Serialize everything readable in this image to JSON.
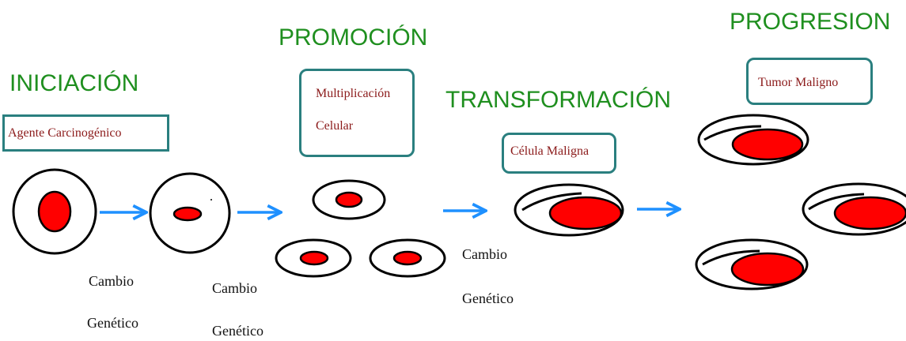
{
  "colors": {
    "title": "#1f8f1f",
    "box_border": "#2a7f7f",
    "box_text": "#8b1a1a",
    "nucleus": "#ff0000",
    "arrow": "#1e90ff"
  },
  "stages": {
    "iniciacion": {
      "title": "INICIACIÓN",
      "box": "Agente Carcinogénico"
    },
    "promocion": {
      "title": "PROMOCIÓN",
      "box_line1": "Multiplicación",
      "box_line2": "Celular"
    },
    "transformacion": {
      "title": "TRANSFORMACIÓN",
      "box": "Célula Maligna"
    },
    "progresion": {
      "title": "PROGRESION",
      "box": "Tumor Maligno"
    }
  },
  "notes": {
    "note1": {
      "line1": "Cambio",
      "line2": "Genético"
    },
    "note2": {
      "line1": "Cambio",
      "line2": "Genético"
    },
    "note3": {
      "line1": "Cambio",
      "line2": "Genético"
    }
  }
}
